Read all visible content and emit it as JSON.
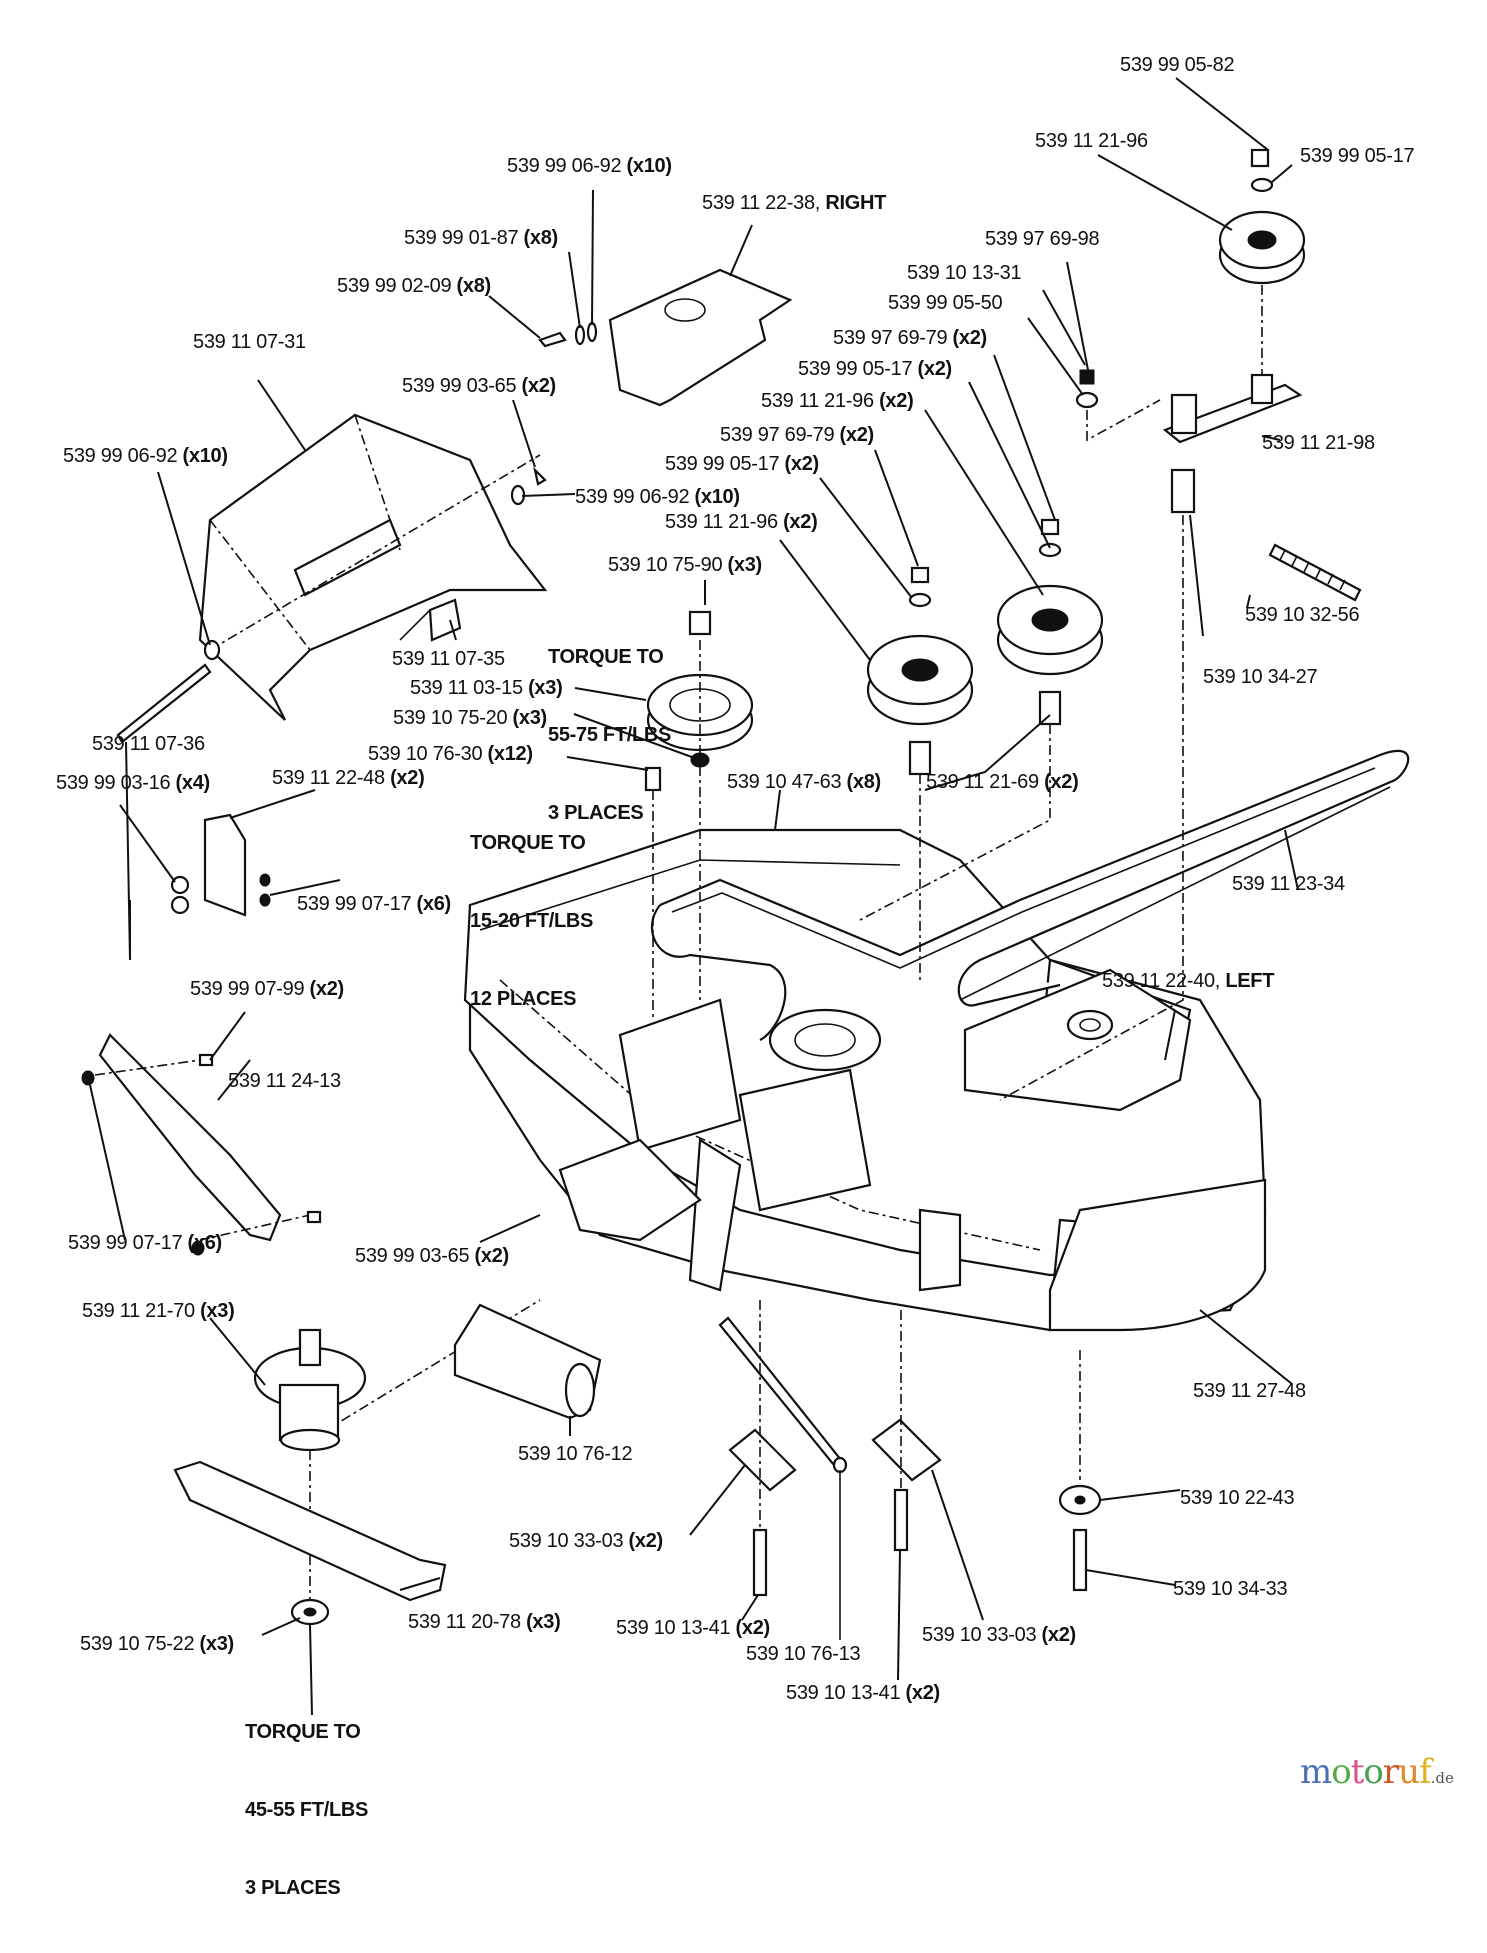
{
  "diagram": {
    "title": "Mower deck parts diagram",
    "labels": [
      {
        "part": "539 99 05-82",
        "qty": ""
      },
      {
        "part": "539 11 21-96",
        "qty": ""
      },
      {
        "part": "539 99 05-17",
        "qty": ""
      },
      {
        "part": "539 99 06-92",
        "qty": "(x10)"
      },
      {
        "part": "539 11 22-38,",
        "qty": "RIGHT"
      },
      {
        "part": "539 97 69-98",
        "qty": ""
      },
      {
        "part": "539 99 01-87",
        "qty": "(x8)"
      },
      {
        "part": "539 10 13-31",
        "qty": ""
      },
      {
        "part": "539 99 02-09",
        "qty": "(x8)"
      },
      {
        "part": "539 99 05-50",
        "qty": ""
      },
      {
        "part": "539 97 69-79",
        "qty": "(x2)"
      },
      {
        "part": "539 11 07-31",
        "qty": ""
      },
      {
        "part": "539 99 05-17",
        "qty": "(x2)"
      },
      {
        "part": "539 99 03-65",
        "qty": "(x2)"
      },
      {
        "part": "539 11 21-96",
        "qty": "(x2)"
      },
      {
        "part": "539 11 21-98",
        "qty": ""
      },
      {
        "part": "539 97 69-79",
        "qty": "(x2)"
      },
      {
        "part": "539 99 06-92",
        "qty": "(x10)"
      },
      {
        "part": "539 99 05-17",
        "qty": "(x2)"
      },
      {
        "part": "539 99 06-92",
        "qty": "(x10)"
      },
      {
        "part": "539 11 21-96",
        "qty": "(x2)"
      },
      {
        "part": "539 10 75-90",
        "qty": "(x3)"
      },
      {
        "part": "539 10 32-56",
        "qty": ""
      },
      {
        "part": "539 11 07-35",
        "qty": ""
      },
      {
        "part": "539 11 03-15",
        "qty": "(x3)"
      },
      {
        "part": "539 10 34-27",
        "qty": ""
      },
      {
        "part": "539 10 75-20",
        "qty": "(x3)"
      },
      {
        "part": "539 11 07-36",
        "qty": ""
      },
      {
        "part": "539 10 76-30",
        "qty": "(x12)"
      },
      {
        "part": "539 99 03-16",
        "qty": "(x4)"
      },
      {
        "part": "539 11 22-48",
        "qty": "(x2)"
      },
      {
        "part": "539 10 47-63",
        "qty": "(x8)"
      },
      {
        "part": "539 11 21-69",
        "qty": "(x2)"
      },
      {
        "part": "539 99 07-17",
        "qty": "(x6)"
      },
      {
        "part": "539 11 23-34",
        "qty": ""
      },
      {
        "part": "539 11 22-40,",
        "qty": "LEFT"
      },
      {
        "part": "539 99 07-99",
        "qty": "(x2)"
      },
      {
        "part": "539 11 24-13",
        "qty": ""
      },
      {
        "part": "539 99 07-17",
        "qty": "(x6)"
      },
      {
        "part": "539 99 03-65",
        "qty": "(x2)"
      },
      {
        "part": "539 11 21-70",
        "qty": "(x3)"
      },
      {
        "part": "539 11 27-48",
        "qty": ""
      },
      {
        "part": "539 10 76-12",
        "qty": ""
      },
      {
        "part": "539 10 22-43",
        "qty": ""
      },
      {
        "part": "539 10 33-03",
        "qty": "(x2)"
      },
      {
        "part": "539 10 34-33",
        "qty": ""
      },
      {
        "part": "539 10 75-22",
        "qty": "(x3)"
      },
      {
        "part": "539 11 20-78",
        "qty": "(x3)"
      },
      {
        "part": "539 10 13-41",
        "qty": "(x2)"
      },
      {
        "part": "539 10 33-03",
        "qty": "(x2)"
      },
      {
        "part": "539 10 76-13",
        "qty": ""
      },
      {
        "part": "539 10 13-41",
        "qty": "(x2)"
      }
    ],
    "torque_notes": [
      {
        "lines": [
          "TORQUE TO",
          "55-75 FT/LBS",
          "3 PLACES"
        ]
      },
      {
        "lines": [
          "TORQUE TO",
          "15-20 FT/LBS",
          "12 PLACES"
        ]
      },
      {
        "lines": [
          "TORQUE TO",
          "45-55 FT/LBS",
          "3 PLACES"
        ]
      }
    ]
  },
  "watermark": {
    "letters": [
      {
        "ch": "m",
        "color": "#4a6fb5"
      },
      {
        "ch": "o",
        "color": "#5aa84a"
      },
      {
        "ch": "t",
        "color": "#e0508a"
      },
      {
        "ch": "o",
        "color": "#4aa050"
      },
      {
        "ch": "r",
        "color": "#d0542a"
      },
      {
        "ch": "u",
        "color": "#e08a2a"
      },
      {
        "ch": "f",
        "color": "#e0b020"
      }
    ],
    "tld": ".de"
  }
}
